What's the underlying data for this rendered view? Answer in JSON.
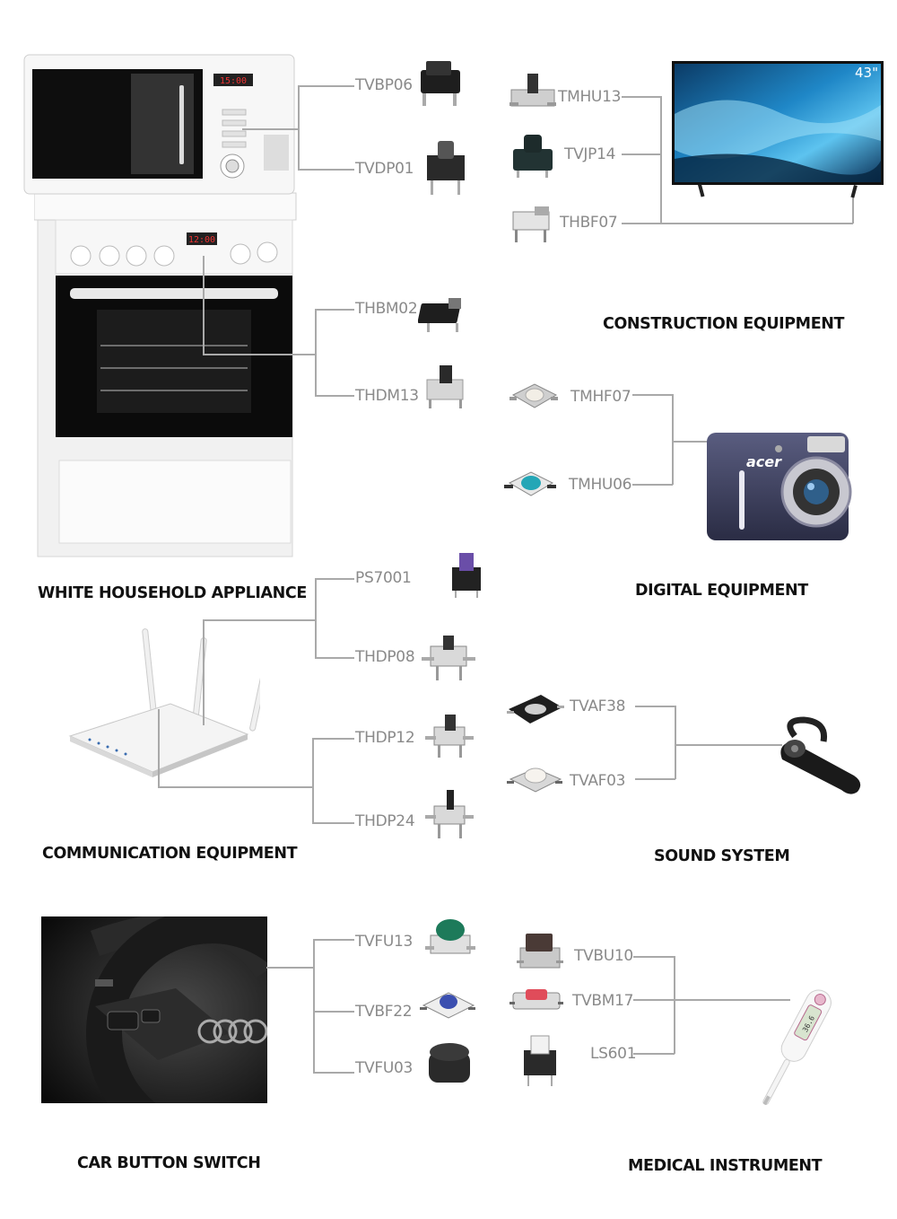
{
  "categories": {
    "white_household": "WHITE HOUSEHOLD APPLIANCE",
    "construction": "CONSTRUCTION EQUIPMENT",
    "digital": "DIGITAL EQUIPMENT",
    "communication": "COMMUNICATION EQUIPMENT",
    "sound": "SOUND SYSTEM",
    "car": "CAR BUTTON SWITCH",
    "medical": "MEDICAL INSTRUMENT"
  },
  "parts": {
    "tvbp06": "TVBP06",
    "tvdp01": "TVDP01",
    "thbm02": "THBM02",
    "thdm13": "THDM13",
    "tmhu13": "TMHU13",
    "tvjp14": "TVJP14",
    "thbf07": "THBF07",
    "tmhf07": "TMHF07",
    "tmhu06": "TMHU06",
    "ps7001": "PS7001",
    "thdp08": "THDP08",
    "thdp12": "THDP12",
    "thdp24": "THDP24",
    "tvaf38": "TVAF38",
    "tvaf03": "TVAF03",
    "tvfu13": "TVFU13",
    "tvbf22": "TVBF22",
    "tvfu03": "TVFU03",
    "tvbu10": "TVBU10",
    "tvbm17": "TVBM17",
    "ls601": "LS601"
  },
  "devices": {
    "tv_size": "43\"",
    "camera_brand": "acer",
    "microwave_display": "15:00",
    "oven_display": "12:00",
    "thermometer_display": "36.6"
  }
}
